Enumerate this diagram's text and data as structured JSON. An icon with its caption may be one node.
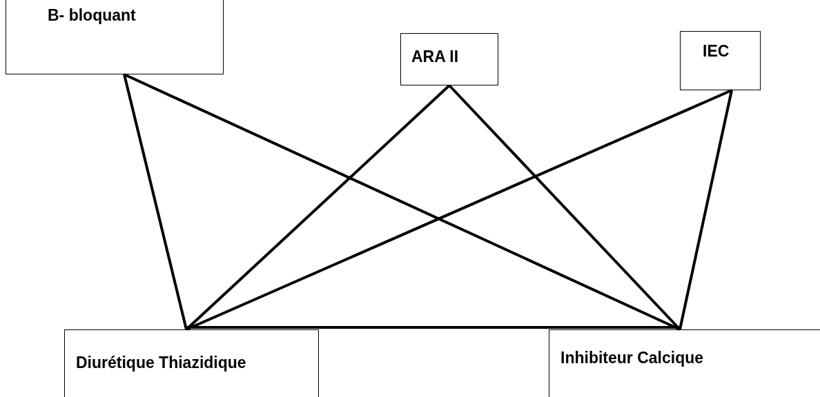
{
  "diagram": {
    "nodes": [
      {
        "text": [
          "B- bloquant"
        ]
      },
      {
        "text": [
          "ARA II"
        ]
      },
      {
        "text": [
          "IEC"
        ]
      },
      {
        "text": [
          "Diurétique Thiazidique"
        ]
      },
      {
        "text": [
          "Inhibiteur Calcique"
        ]
      }
    ],
    "edges": [
      {
        "from": 0,
        "to": 3,
        "arrow": "none"
      },
      {
        "from": 0,
        "to": 4,
        "arrow": "none"
      },
      {
        "from": 1,
        "to": 3,
        "arrow": "none"
      },
      {
        "from": 1,
        "to": 4,
        "arrow": "none"
      },
      {
        "from": 2,
        "to": 3,
        "arrow": "none"
      },
      {
        "from": 2,
        "to": 4,
        "arrow": "none"
      },
      {
        "from": 3,
        "to": 4,
        "arrow": "none"
      }
    ]
  }
}
